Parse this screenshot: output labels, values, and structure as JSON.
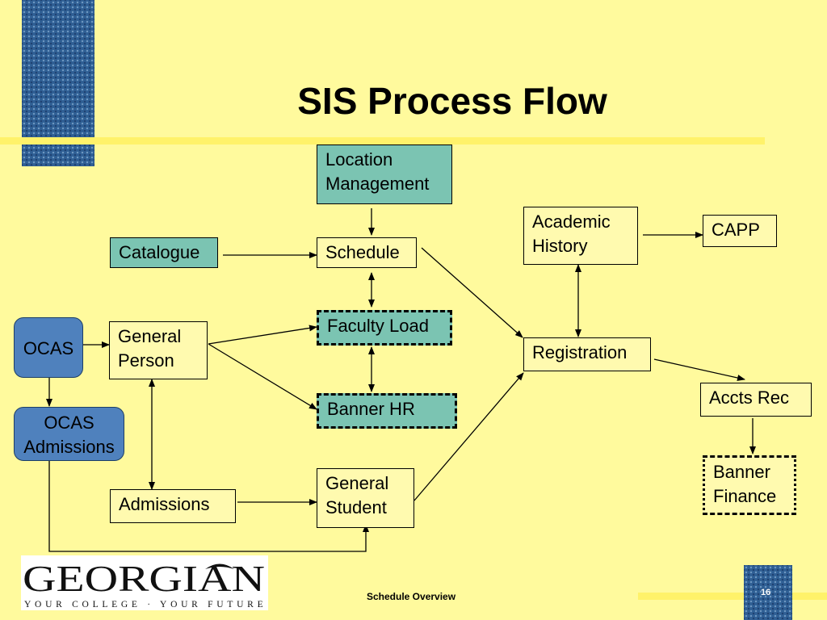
{
  "slide": {
    "title": "SIS Process Flow",
    "footer_text": "Schedule Overview",
    "page_number": "16"
  },
  "logo": {
    "name": "GEORGIAN",
    "tagline": "YOUR COLLEGE · YOUR FUTURE"
  },
  "nodes": {
    "location_management": [
      "Location",
      "Management"
    ],
    "catalogue": "Catalogue",
    "schedule": "Schedule",
    "faculty_load": "Faculty Load",
    "banner_hr": "Banner HR",
    "general_person": [
      "General",
      "Person"
    ],
    "ocas": "OCAS",
    "ocas_admissions": [
      "OCAS",
      "Admissions"
    ],
    "admissions": "Admissions",
    "general_student": [
      "General",
      "Student"
    ],
    "academic_history": [
      "Academic",
      "History"
    ],
    "capp": "CAPP",
    "registration": "Registration",
    "accts_rec": "Accts Rec",
    "banner_finance": [
      "Banner",
      "Finance"
    ]
  },
  "colors": {
    "background": "#FFFA9D",
    "accent_bar": "#FFF26A",
    "teal_box": "#7BC4B2",
    "blue_box": "#4F81BD",
    "pattern_blue": "#2F5F94"
  }
}
